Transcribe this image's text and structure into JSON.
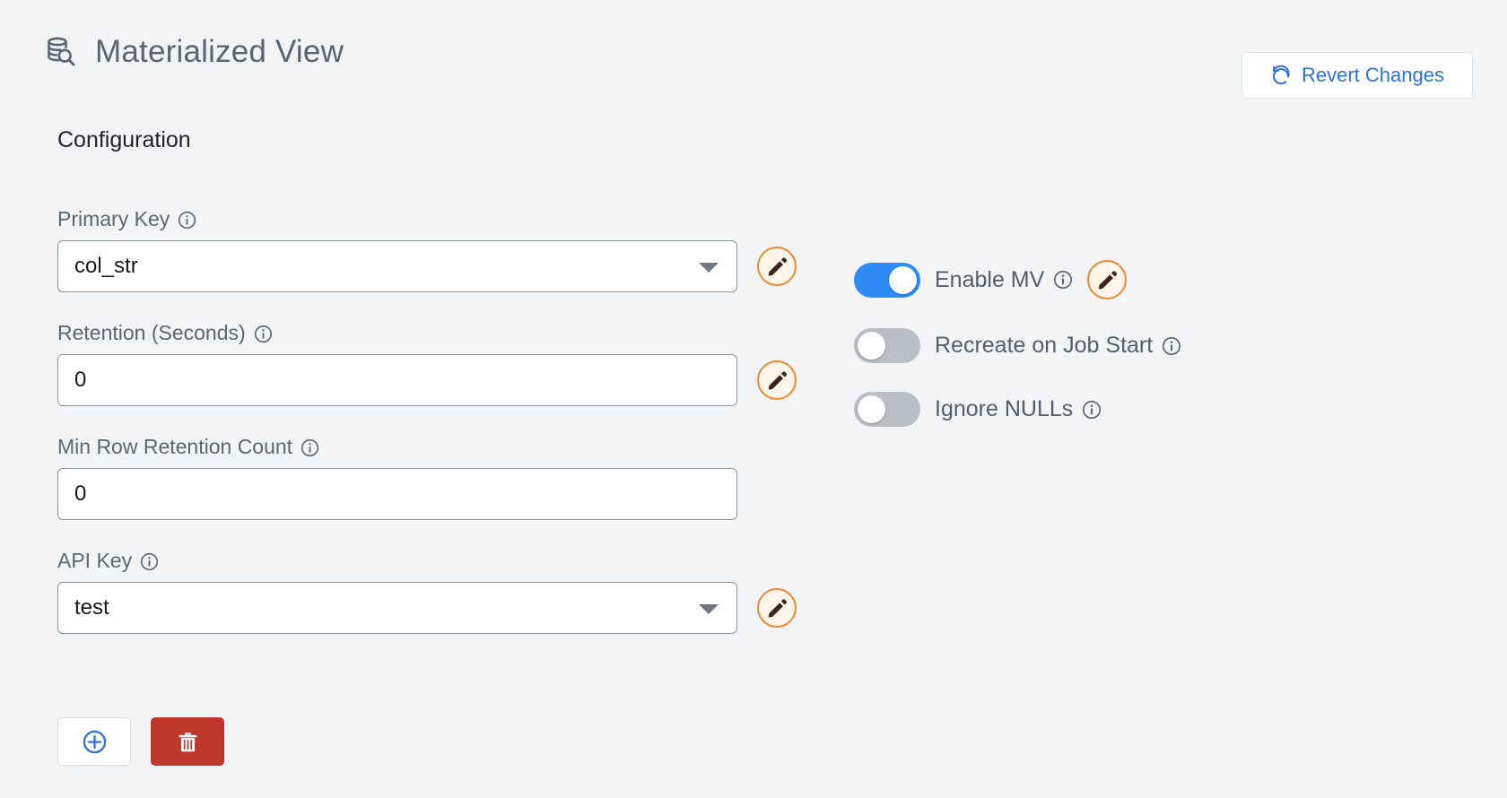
{
  "header": {
    "title": "Materialized View",
    "title_icon": "database-search-icon",
    "revert": {
      "label": "Revert Changes",
      "icon": "undo-arrow-icon",
      "text_color": "#2e71da"
    }
  },
  "section": {
    "title": "Configuration"
  },
  "fields": [
    {
      "name": "primary-key",
      "label": "Primary Key",
      "info_icon": "info-icon",
      "type": "select",
      "value": "col_str",
      "has_edit_button": true,
      "edit_icon": "pencil-icon"
    },
    {
      "name": "retention-seconds",
      "label": "Retention (Seconds)",
      "info_icon": "info-icon",
      "type": "text",
      "value": "0",
      "has_edit_button": true,
      "edit_icon": "pencil-icon"
    },
    {
      "name": "min-row-retention-count",
      "label": "Min Row Retention Count",
      "info_icon": "info-icon",
      "type": "text",
      "value": "0",
      "has_edit_button": false,
      "edit_icon": ""
    },
    {
      "name": "api-key",
      "label": "API Key",
      "info_icon": "info-icon",
      "type": "select",
      "value": "test",
      "has_edit_button": true,
      "edit_icon": "pencil-icon"
    }
  ],
  "toggles": [
    {
      "name": "enable-mv",
      "label": "Enable MV",
      "state": "on",
      "info_icon": "info-icon",
      "has_edit_button": true,
      "edit_icon": "pencil-icon"
    },
    {
      "name": "recreate-on-job-start",
      "label": "Recreate on Job Start",
      "state": "off",
      "info_icon": "info-icon",
      "has_edit_button": false,
      "edit_icon": ""
    },
    {
      "name": "ignore-nulls",
      "label": "Ignore NULLs",
      "state": "off",
      "info_icon": "info-icon",
      "has_edit_button": false,
      "edit_icon": ""
    }
  ],
  "actions": {
    "add": {
      "label": "",
      "icon": "plus-circle-icon"
    },
    "delete": {
      "label": "",
      "icon": "trash-icon"
    }
  },
  "colors": {
    "background": "#f2f4f6",
    "accent_blue": "#2e71da",
    "toggle_on": "#2d8cf5",
    "toggle_off": "#b9bec4",
    "edit_orange": "#ea8a33",
    "delete_red": "#c0372b",
    "label_gray": "#5b6770"
  }
}
